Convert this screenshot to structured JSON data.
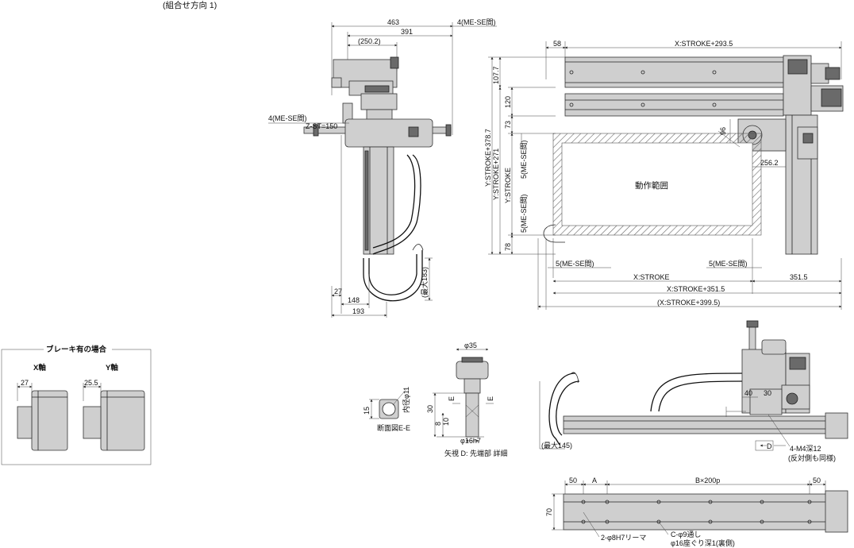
{
  "header": {
    "note": "(組合せ方向 1)"
  },
  "front_view": {
    "dims": {
      "d463": "463",
      "d391": "391",
      "d250": "(250.2)",
      "me_se_top": "4(ME-SE間)",
      "me_se_left": "4(ME-SE間)",
      "z_st": "Z-ST=150",
      "d27": "27",
      "d148": "148",
      "d193": "193",
      "max183": "(最大183)"
    }
  },
  "top_view": {
    "dims": {
      "d58": "58",
      "x_stroke_293": "X:STROKE+293.5",
      "d107": "107.7",
      "d120": "120",
      "d73": "73",
      "d96": "96",
      "d256": "256.2",
      "y_stroke_378": "Y:STROKE+378.7",
      "y_stroke_271": "Y:STROKE+271",
      "y_stroke": "Y:STROKE",
      "y5_top": "5(ME-SE間)",
      "y5_bot": "5(ME-SE間)",
      "d78": "78",
      "x5_left": "5(ME-SE間)",
      "x5_right": "5(ME-SE間)",
      "x_stroke": "X:STROKE",
      "d351": "351.5",
      "x_stroke_351": "X:STROKE+351.5",
      "x_stroke_399": "(X:STROKE+399.5)"
    },
    "range_label": "動作範囲"
  },
  "brake_box": {
    "title": "ブレーキ有の場合",
    "x_label": "X軸",
    "y_label": "Y軸",
    "x_dim": "27",
    "y_dim": "25.5"
  },
  "section_view": {
    "inner_dia": "内径φ11",
    "height": "15",
    "caption": "断面図E-E"
  },
  "tip_view": {
    "phi35": "φ35",
    "d30": "30",
    "d8": "8",
    "d10": "10",
    "phi16": "φ16h7",
    "e_mark": "E",
    "caption": "矢視 D: 先端部 詳細"
  },
  "side_view": {
    "d40": "40",
    "d30": "30",
    "max145": "(最大145)",
    "d_arrow": "D",
    "m4_note": "4-M4深12",
    "m4_note2": "(反対側も同様)"
  },
  "bottom_view": {
    "d50_left": "50",
    "dA": "A",
    "dB": "B×200p",
    "d50_right": "50",
    "d70": "70",
    "reamer": "2-φ8H7リーマ",
    "hole1": "C-φ9通し",
    "hole2": "φ16座ぐり深1(裏側)"
  },
  "chart_data": {
    "type": "table",
    "title": "",
    "dimensions": [
      {
        "label": "463"
      },
      {
        "label": "391"
      },
      {
        "label": "(250.2)"
      },
      {
        "label": "Z-ST=150"
      },
      {
        "label": "X:STROKE+293.5"
      },
      {
        "label": "Y:STROKE+378.7"
      },
      {
        "label": "X:STROKE+351.5"
      },
      {
        "label": "(X:STROKE+399.5)"
      },
      {
        "label": "351.5"
      },
      {
        "label": "256.2"
      }
    ]
  }
}
